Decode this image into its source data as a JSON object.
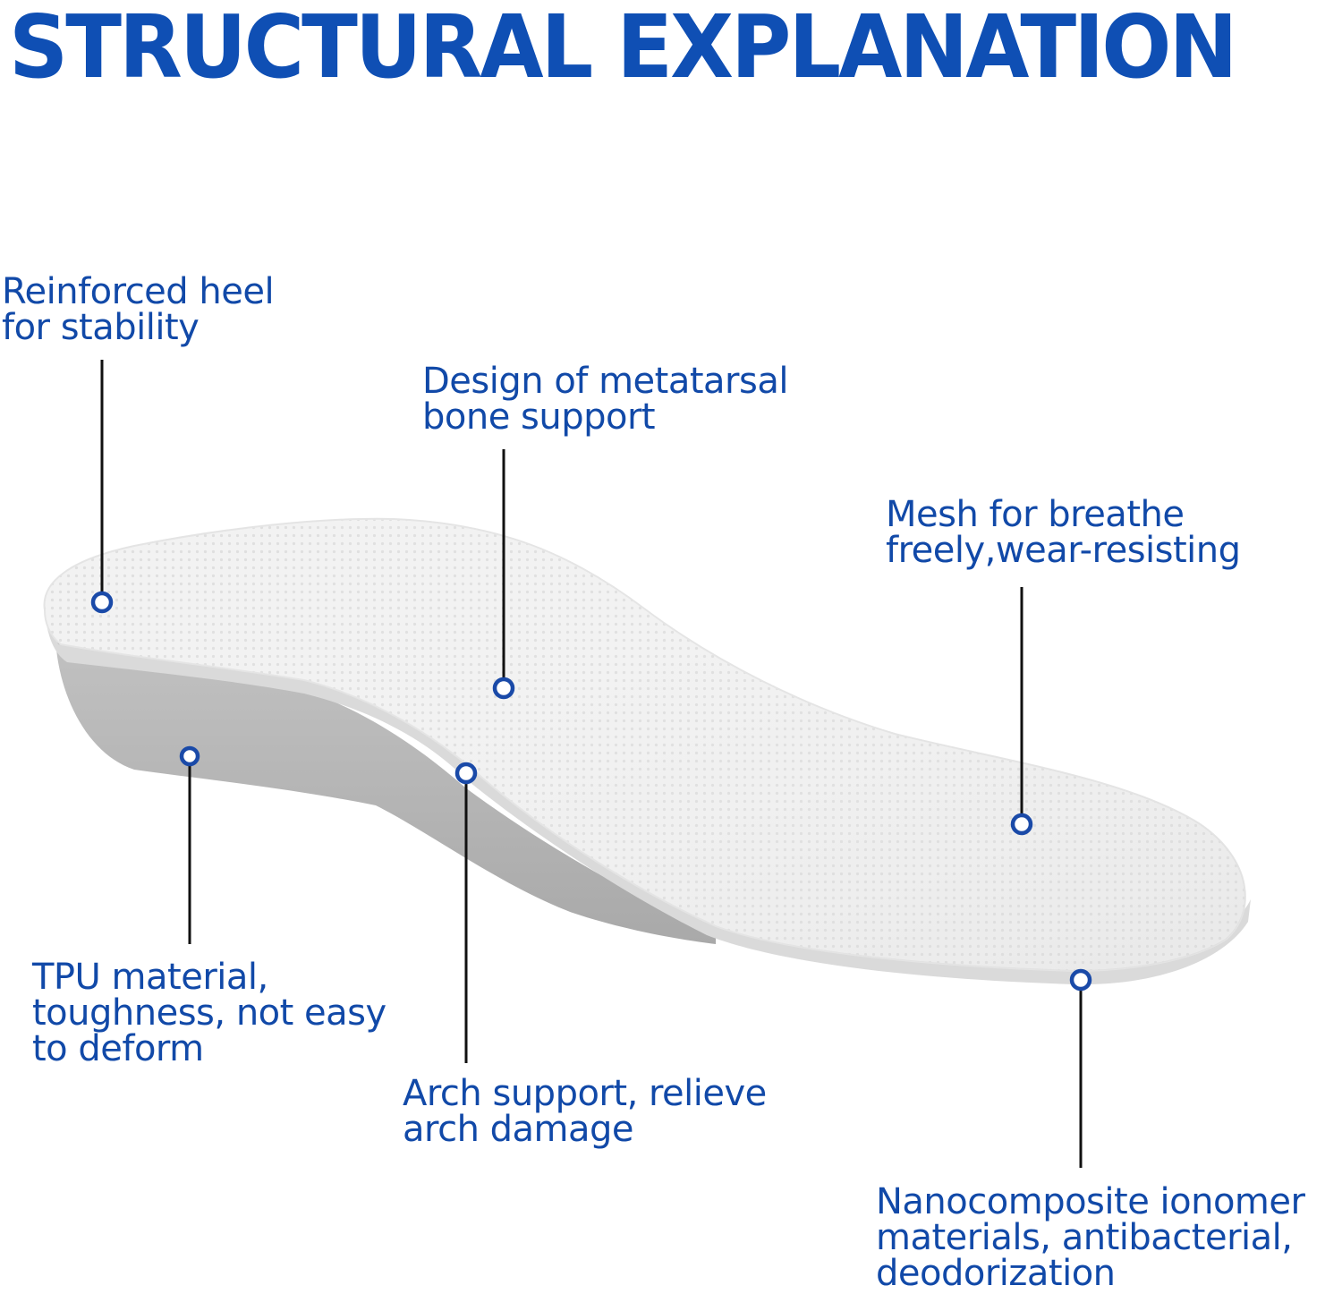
{
  "title": "STRUCTURAL EXPLANATION",
  "colors": {
    "text": "#1149a8",
    "title": "#0f4fb4",
    "marker": "#1a4aa8",
    "leader_line": "#111111",
    "insole_top": "#f1f1f1",
    "insole_side": "#b9b9b9"
  },
  "callouts": [
    {
      "id": "heel",
      "lines": [
        "Reinforced heel",
        "for stability"
      ]
    },
    {
      "id": "metatarsal",
      "lines": [
        "Design of metatarsal",
        "bone support"
      ]
    },
    {
      "id": "mesh",
      "lines": [
        "Mesh for breathe",
        "freely,wear-resisting"
      ]
    },
    {
      "id": "tpu",
      "lines": [
        "TPU material,",
        "toughness, not easy",
        "to deform"
      ]
    },
    {
      "id": "arch",
      "lines": [
        "Arch support, relieve",
        "arch damage"
      ]
    },
    {
      "id": "nano",
      "lines": [
        "Nanocomposite ionomer",
        "materials, antibacterial,",
        "deodorization"
      ]
    }
  ]
}
